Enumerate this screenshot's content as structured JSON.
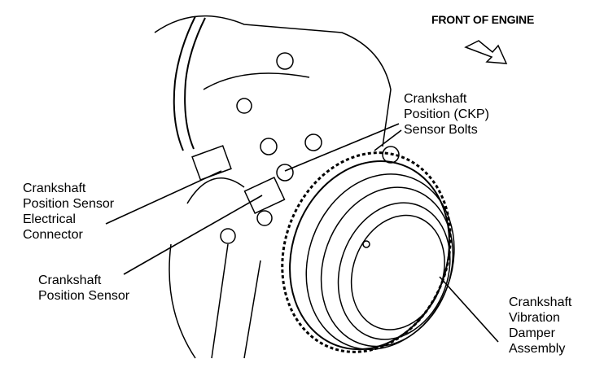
{
  "header": {
    "front_of_engine": "FRONT OF ENGINE"
  },
  "labels": {
    "ckp_bolts": "Crankshaft\nPosition (CKP)\nSensor Bolts",
    "connector": "Crankshaft\nPosition Sensor\nElectrical\nConnector",
    "sensor": "Crankshaft\nPosition Sensor",
    "damper": "Crankshaft\nVibration\nDamper\nAssembly"
  }
}
